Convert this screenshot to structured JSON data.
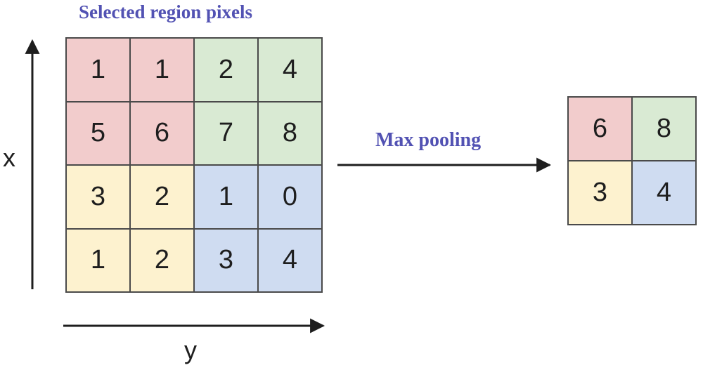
{
  "title": "Selected region pixels",
  "input_grid": {
    "rows": [
      [
        "1",
        "1",
        "2",
        "4"
      ],
      [
        "5",
        "6",
        "7",
        "8"
      ],
      [
        "3",
        "2",
        "1",
        "0"
      ],
      [
        "1",
        "2",
        "3",
        "4"
      ]
    ],
    "region_colors": {
      "top-left": "#f2cccc",
      "top-right": "#d9ead3",
      "bottom-left": "#fdf2cf",
      "bottom-right": "#cfdcf1"
    }
  },
  "axis": {
    "x_label": "x",
    "y_label": "y"
  },
  "operation_label": "Max pooling",
  "output_grid": {
    "rows": [
      [
        "6",
        "8"
      ],
      [
        "3",
        "4"
      ]
    ]
  },
  "text_color": "#5252b3"
}
